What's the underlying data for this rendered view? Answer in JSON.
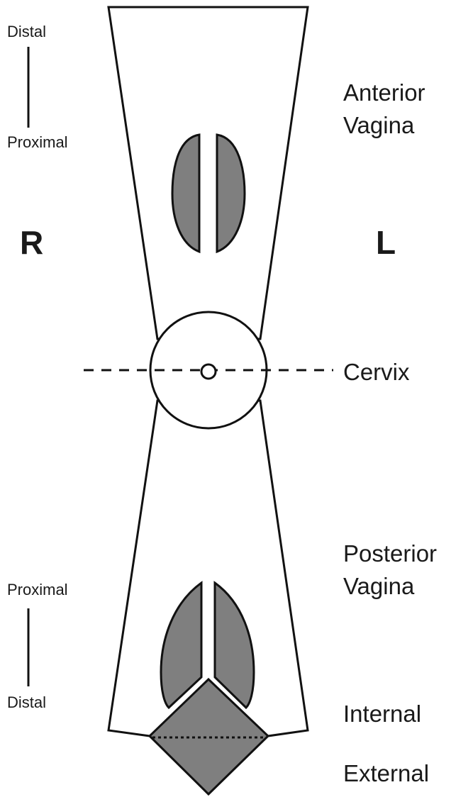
{
  "orientation": {
    "top_distal": "Distal",
    "top_proximal": "Proximal",
    "bottom_proximal": "Proximal",
    "bottom_distal": "Distal",
    "right_side": "R",
    "left_side": "L"
  },
  "regions": {
    "anterior_line1": "Anterior",
    "anterior_line2": "Vagina",
    "cervix": "Cervix",
    "posterior_line1": "Posterior",
    "posterior_line2": "Vagina",
    "internal": "Internal",
    "external": "External"
  },
  "colors": {
    "lesion_fill": "#7f7f7f",
    "outline": "#111111",
    "background": "#ffffff"
  }
}
